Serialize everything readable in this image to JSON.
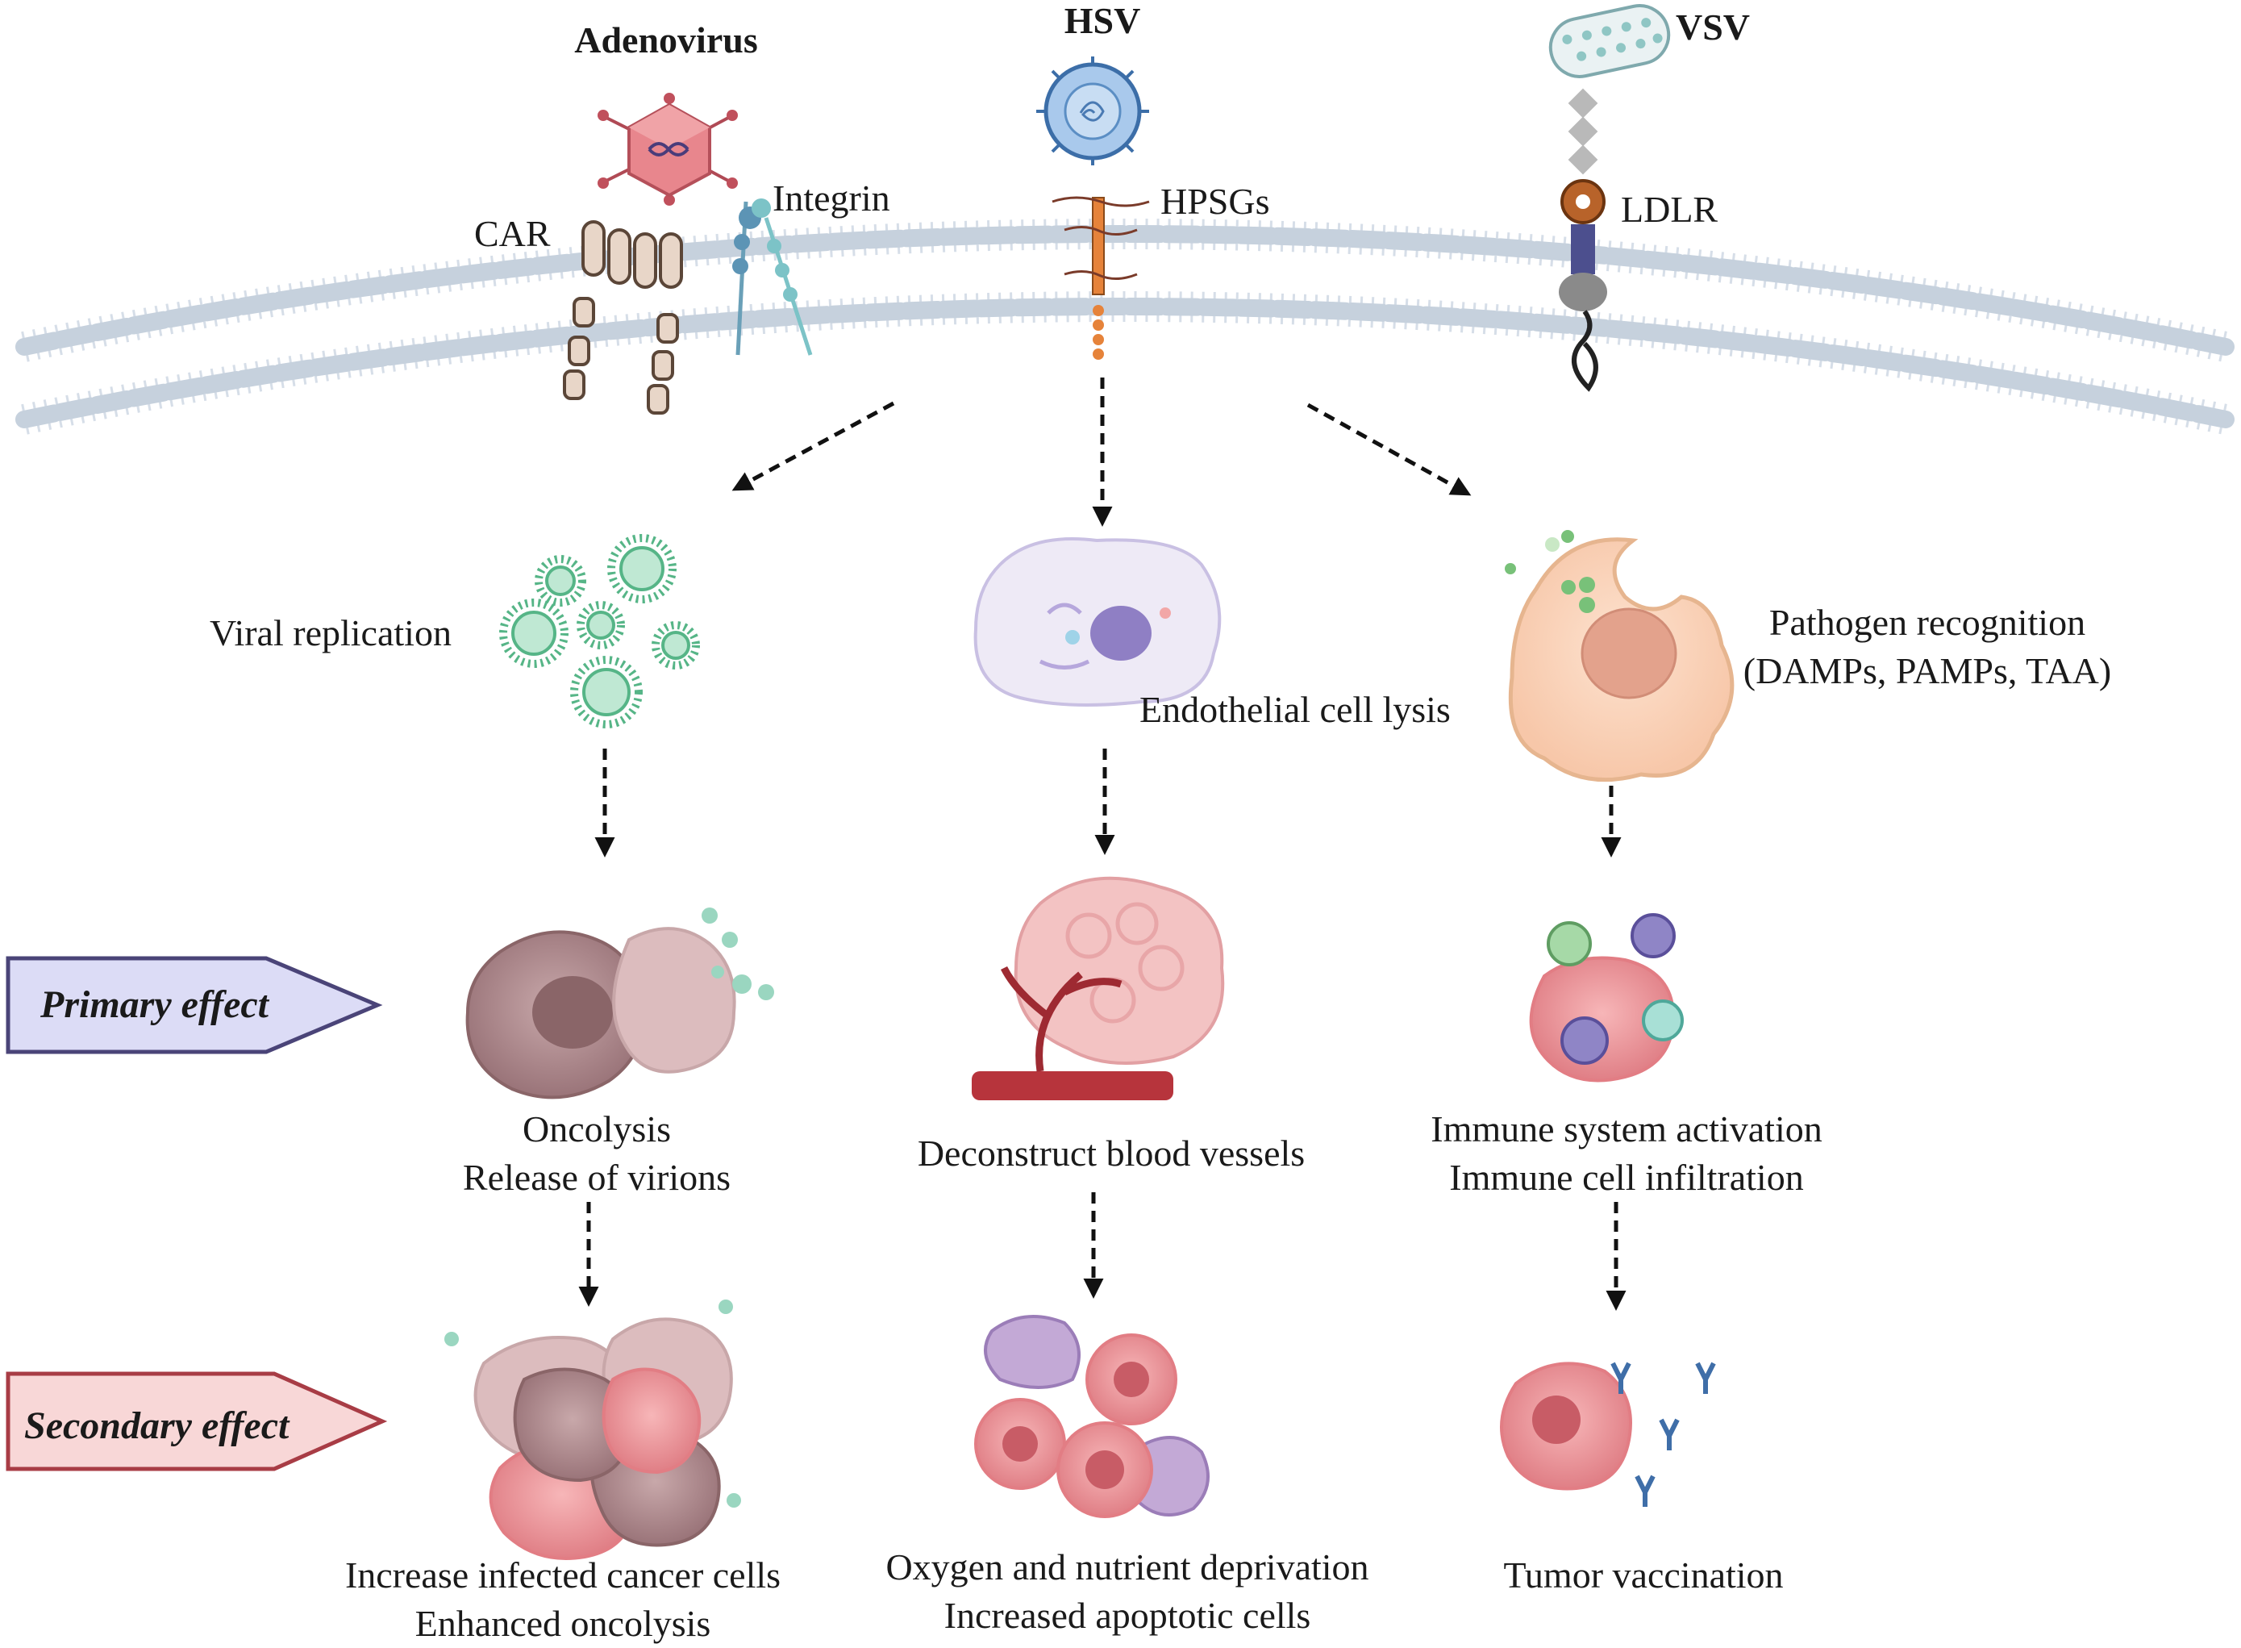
{
  "viruses": {
    "adenovirus": "Adenovirus",
    "hsv": "HSV",
    "vsv": "VSV"
  },
  "receptors": {
    "car": "CAR",
    "integrin": "Integrin",
    "hpsgs": "HPSGs",
    "ldlr": "LDLR"
  },
  "mechanisms": {
    "viral_replication": "Viral replication",
    "endothelial_lysis": "Endothelial cell lysis",
    "pathogen_recognition_1": "Pathogen recognition",
    "pathogen_recognition_2": "(DAMPs, PAMPs, TAA)"
  },
  "banners": {
    "primary": "Primary effect",
    "secondary": "Secondary effect"
  },
  "primary_effects": {
    "oncolysis_1": "Oncolysis",
    "oncolysis_2": "Release of virions",
    "vessels": "Deconstruct blood vessels",
    "immune_1": "Immune system activation",
    "immune_2": "Immune cell infiltration"
  },
  "secondary_effects": {
    "infected_1": "Increase infected cancer cells",
    "infected_2": "Enhanced oncolysis",
    "deprivation_1": "Oxygen and nutrient deprivation",
    "deprivation_2": "Increased apoptotic cells",
    "vaccination": "Tumor vaccination"
  },
  "colors": {
    "membrane_head": "#c9d3df",
    "membrane_tail": "#d8e0ea",
    "virion_green": "#6fc4a0",
    "cancer_pink": "#e88a8f",
    "cancer_brown": "#9c7a7e",
    "primary_banner_fill": "#dcdcf6",
    "primary_banner_stroke": "#4a4478",
    "secondary_banner_fill": "#f8d7d7",
    "secondary_banner_stroke": "#a83c45",
    "arrow": "#111111"
  }
}
